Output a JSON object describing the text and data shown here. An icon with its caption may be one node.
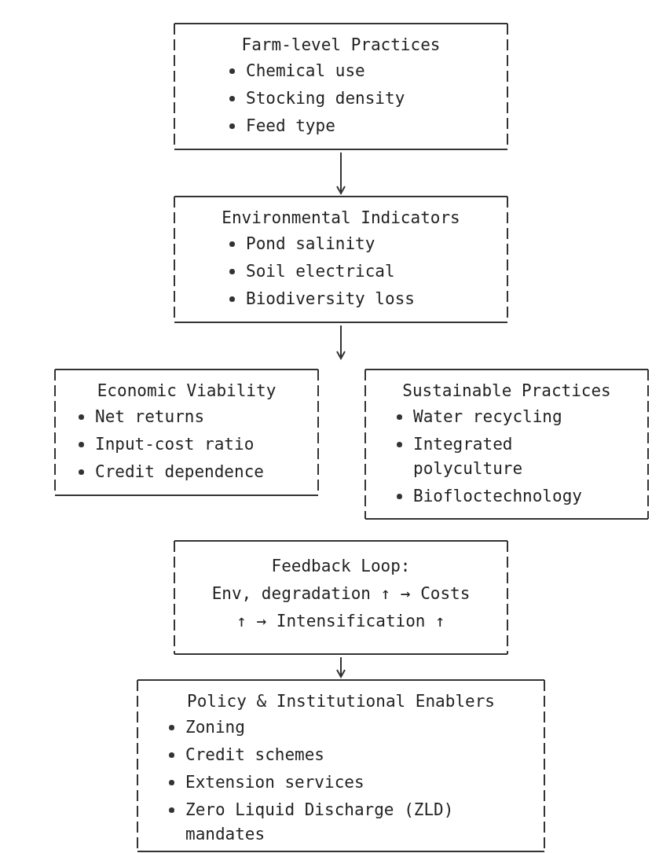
{
  "diagram": {
    "nodes": [
      {
        "text": [
          "Farm-level Practices",
          "Chemical use",
          "Stocking density",
          "Feed type"
        ]
      },
      {
        "text": [
          "Environmental Indicators",
          "Pond salinity",
          "Soil electrical",
          "Biodiversity loss"
        ]
      },
      {
        "text": [
          "Economic Viability",
          "Net returns",
          "Input-cost ratio",
          "Credit dependence"
        ]
      },
      {
        "text": [
          "Sustainable Practices",
          "Water recycling",
          "Integrated polyculture",
          "Biofloctechnology"
        ]
      },
      {
        "text": [
          "Feedback Loop:",
          "Env, degradation ↑ → Costs ↑ → Intensification ↑"
        ]
      },
      {
        "text": [
          "Policy & Institutional Enablers",
          "Zoning",
          "Credit schemes",
          "Extension services",
          "Zero Liquid Discharge (ZLD) mandates"
        ]
      }
    ],
    "edges": [
      {
        "from": 0,
        "to": 1,
        "arrow": "to"
      },
      {
        "from": 1,
        "to": null,
        "arrow": "to"
      },
      {
        "from": 4,
        "to": 5,
        "arrow": "to"
      }
    ]
  }
}
